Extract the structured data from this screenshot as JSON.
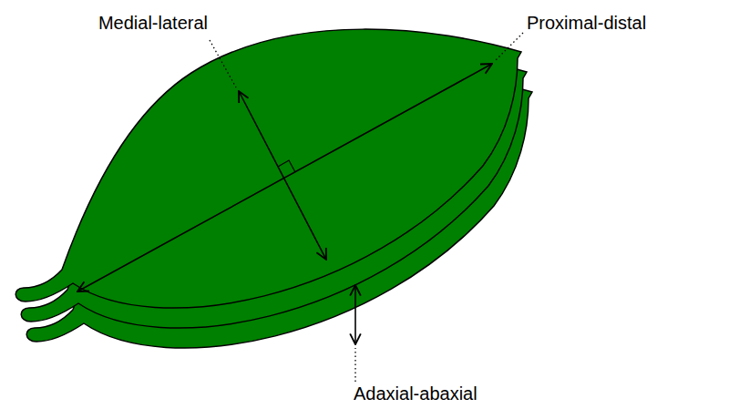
{
  "diagram": {
    "labels": [
      "Medial-lateral",
      "Proximal-distal",
      "Adaxial-abaxial"
    ]
  }
}
